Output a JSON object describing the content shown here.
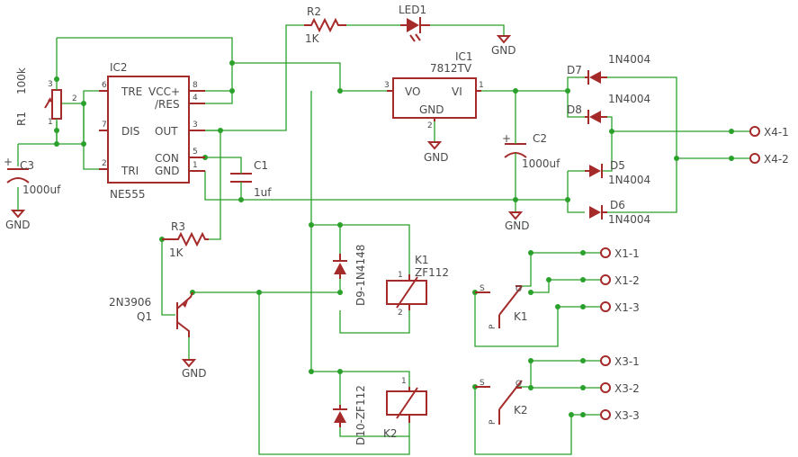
{
  "components": {
    "r1": {
      "ref": "R1",
      "value": "100k"
    },
    "r2": {
      "ref": "R2",
      "value": "1K"
    },
    "r3": {
      "ref": "R3",
      "value": "1K"
    },
    "led1": {
      "ref": "LED1"
    },
    "ic1": {
      "name": "IC1",
      "part": "7812TV",
      "pin_vo": "VO",
      "pin_vi": "VI",
      "pin_gnd": "GND"
    },
    "ic2": {
      "name": "IC2",
      "part": "NE555",
      "pin_tre": "TRE",
      "pin_vcc": "VCC+",
      "pin_res": "/RES",
      "pin_dis": "DIS",
      "pin_out": "OUT",
      "pin_con": "CON",
      "pin_tri": "TRI",
      "pin_gnd": "GND"
    },
    "c1": {
      "ref": "C1",
      "value": "1uf"
    },
    "c2": {
      "ref": "C2",
      "value": "1000uf"
    },
    "c3": {
      "ref": "C3",
      "value": "1000uf"
    },
    "d5": {
      "ref": "D5",
      "value": "1N4004"
    },
    "d6": {
      "ref": "D6",
      "value": "1N4004"
    },
    "d7": {
      "ref": "D7",
      "value": "1N4004"
    },
    "d8": {
      "ref": "D8",
      "value": "1N4004"
    },
    "d9": {
      "label": "D9-1N4148"
    },
    "d10": {
      "label": "D10-ZF112"
    },
    "q1": {
      "ref": "Q1",
      "part": "2N3906"
    },
    "k1": {
      "ref": "K1",
      "part": "ZF112"
    },
    "k2": {
      "ref": "K2"
    },
    "k1_switch": {
      "ref": "K1",
      "s": "S",
      "o": "O",
      "p": "P"
    },
    "k2_switch": {
      "ref": "K2",
      "s": "S",
      "o": "O",
      "p": "P"
    }
  },
  "pins": {
    "one": "1",
    "two": "2",
    "three": "3",
    "four": "4",
    "five": "5",
    "six": "6",
    "seven": "7",
    "eight": "8"
  },
  "gnd_label": "GND",
  "terminals": [
    "X4-1",
    "X4-2",
    "X1-1",
    "X1-2",
    "X1-3",
    "X3-1",
    "X3-2",
    "X3-3"
  ],
  "colors": {
    "wire": "#2aa12a",
    "part": "#a52a2a",
    "text": "#4a4a4a"
  }
}
